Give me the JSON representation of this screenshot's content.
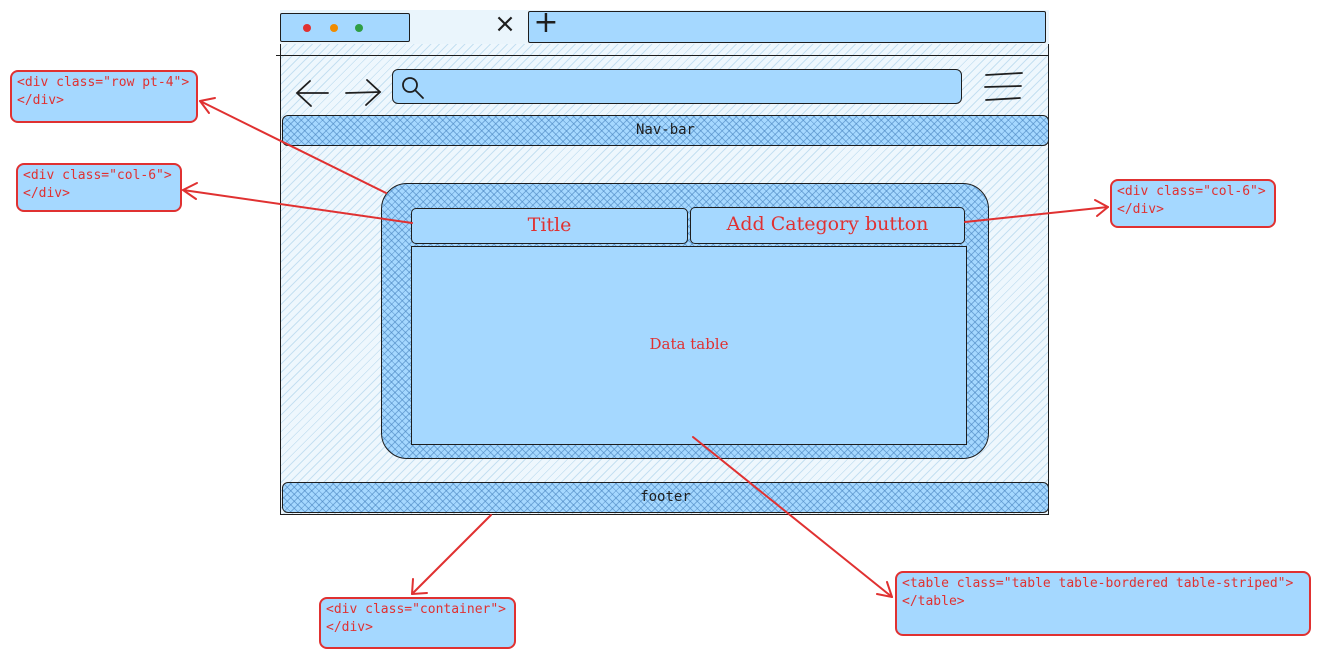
{
  "browser": {
    "close_tab_glyph": "×",
    "new_tab_glyph": "+",
    "window_dots": [
      "#e03131",
      "#f08c00",
      "#2f9e44"
    ]
  },
  "layout_labels": {
    "navbar": "Nav-bar",
    "title": "Title",
    "add_button": "Add Category button",
    "data_table": "Data table",
    "footer": "footer"
  },
  "annotations": {
    "row": [
      "<div class=\"row pt-4\">",
      "</div>"
    ],
    "col_left": [
      "<div class=\"col-6\">",
      "</div>"
    ],
    "col_right": [
      "<div class=\"col-6\">",
      "</div>"
    ],
    "container": [
      "<div class=\"container\">",
      "</div>"
    ],
    "table": [
      "<table class=\"table table-bordered table-striped\">",
      "</table>"
    ]
  },
  "colors": {
    "stroke": "#1e1e1e",
    "fill": "#a5d8ff",
    "annotation": "#e03131"
  },
  "icons": [
    "search-icon",
    "back-arrow-icon",
    "forward-arrow-icon",
    "hamburger-menu-icon",
    "close-icon",
    "plus-icon"
  ]
}
